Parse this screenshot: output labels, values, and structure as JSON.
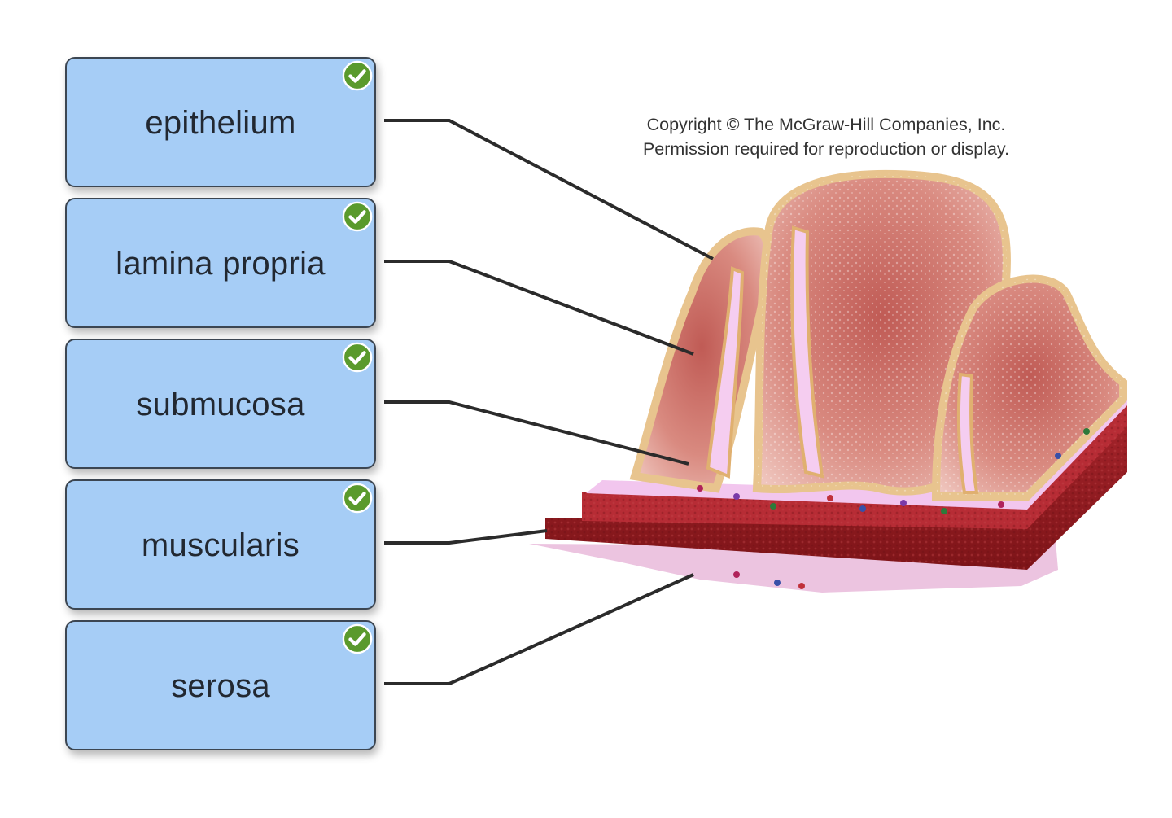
{
  "labels": [
    {
      "text": "epithelium",
      "status": "correct"
    },
    {
      "text": "lamina propria",
      "status": "correct"
    },
    {
      "text": "submucosa",
      "status": "correct"
    },
    {
      "text": "muscularis",
      "status": "correct"
    },
    {
      "text": "serosa",
      "status": "correct"
    }
  ],
  "copyright": {
    "line1": "Copyright © The McGraw-Hill Companies, Inc.",
    "line2": "Permission required for reproduction or display."
  },
  "icons": {
    "status_correct": "check-circle-icon"
  },
  "colors": {
    "label_fill": "#a6cdf6",
    "label_border": "#3c4652",
    "check_green": "#5a9a2c",
    "leader_line": "#2b2b2b"
  }
}
